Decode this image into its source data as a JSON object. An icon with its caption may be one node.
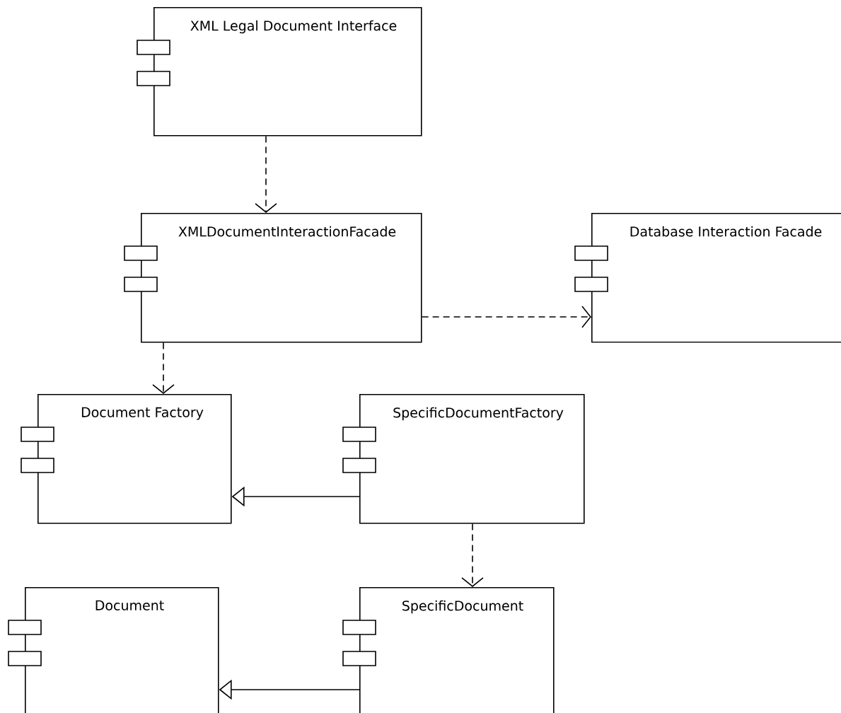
{
  "diagram": {
    "nodes": [
      {
        "text": [
          "XML Legal Document Interface"
        ]
      },
      {
        "text": [
          "XMLDocumentInteractionFacade"
        ]
      },
      {
        "text": [
          "Database Interaction Facade"
        ]
      },
      {
        "text": [
          "Document Factory"
        ]
      },
      {
        "text": [
          "SpecificDocumentFactory"
        ]
      },
      {
        "text": [
          "Document"
        ]
      },
      {
        "text": [
          "SpecificDocument"
        ]
      }
    ],
    "edges": [
      {
        "from": 0,
        "to": 1,
        "arrow": "to",
        "style": "dashed"
      },
      {
        "from": 1,
        "to": 2,
        "arrow": "to",
        "style": "dashed"
      },
      {
        "from": 1,
        "to": 3,
        "arrow": "to",
        "style": "dashed"
      },
      {
        "from": 4,
        "to": 3,
        "arrow": "to"
      },
      {
        "from": 4,
        "to": 6,
        "arrow": "to",
        "style": "dashed"
      },
      {
        "from": 6,
        "to": 5,
        "arrow": "to"
      }
    ]
  }
}
